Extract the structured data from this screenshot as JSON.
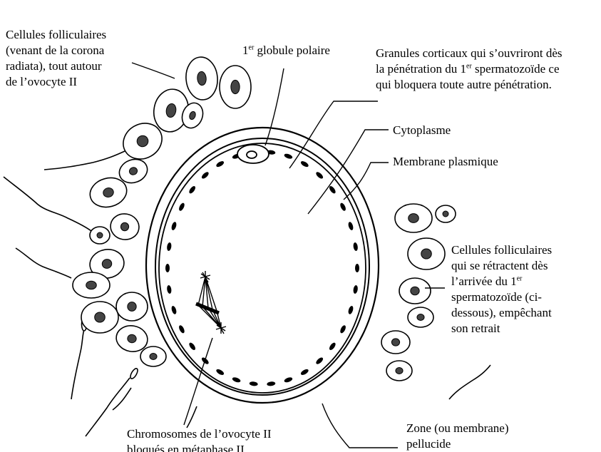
{
  "labels": {
    "follicular_cells": [
      "Cellules folliculaires",
      "(venant de la corona",
      "radiata), tout autour",
      "de l’ovocyte II"
    ],
    "polar_body": {
      "ordinal": "1",
      "sup": "er",
      "text": "globule polaire"
    },
    "cortical_granules": {
      "line1": "Granules corticaux qui s’ouvriront dès",
      "line2_a": "la pénétration du 1",
      "sup": "er",
      "line2_b": " spermatozoïde ce",
      "line3": "qui bloquera toute autre pénétration."
    },
    "cytoplasm": "Cytoplasme",
    "plasma_membrane": "Membrane plasmique",
    "retracting_cells": {
      "line1": "Cellules folliculaires",
      "line2": "qui se rétractent dès",
      "line3_a": "l’arrivée du 1",
      "sup": "er",
      "line4": "spermatozoïde (ci-",
      "line5": "dessous), empêchant",
      "line6": "son retrait"
    },
    "chromosomes": {
      "line1": "Chromosomes de l’ovocyte II",
      "line2": "bloqués en métaphase II"
    },
    "zona": {
      "line1": "Zone (ou membrane)",
      "line2": "pellucide"
    }
  }
}
